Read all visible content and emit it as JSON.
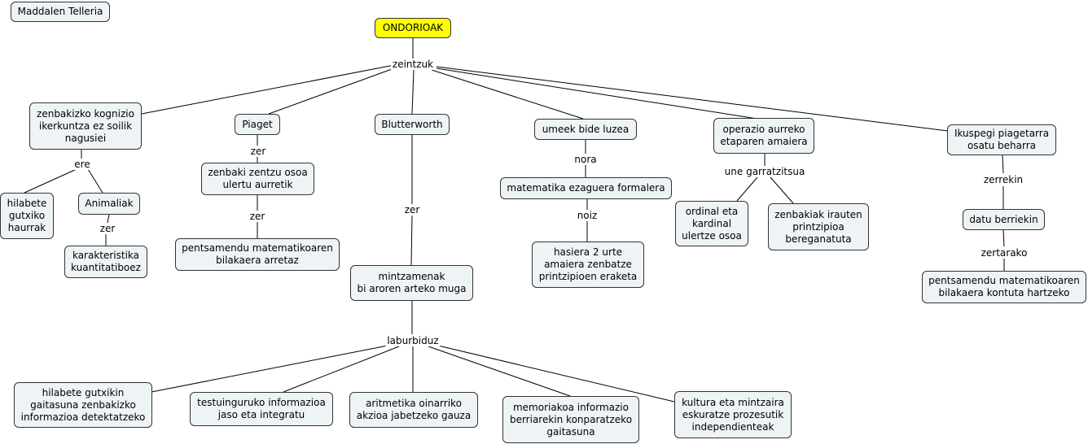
{
  "author": "Maddalen Telleria",
  "colors": {
    "node_fill": "#eef3f6",
    "root_fill": "#ffff00",
    "line": "#000000"
  },
  "concepts": {
    "root": "ONDORIOAK",
    "kognizio": "zenbakizko kognizio\nikerkuntza ez soilik\nnagusiei",
    "hilabete_haurrak": "hilabete\ngutxiko\nhaurrak",
    "animaliak": "Animaliak",
    "karakteristika": "karakteristika\nkuantitatiboez",
    "piaget": "Piaget",
    "zenbaki_zentzu": "zenbaki zentzu osoa\nulertu aurretik",
    "pentsamendu_arretaz": "pentsamendu matematikoaren\nbilakaera arretaz",
    "butterworth": "Blutterworth",
    "mintzamenak": "mintzamenak\nbi aroren arteko muga",
    "umeek": "umeek bide luzea",
    "matematika_ezaguera": "matematika ezaguera formalera",
    "hasiera": "hasiera 2 urte\namaiera zenbatze\nprintzipioen eraketa",
    "operazio": "operazio aurreko\netaparen amaiera",
    "ordinal": "ordinal eta\nkardinal\nulertze osoa",
    "zenbakiak_irauten": "zenbakiak irauten\nprintzipioa\nbereganatuta",
    "ikuspegi": "Ikuspegi piagetarra\nosatu beharra",
    "datu_berriekin": "datu berriekin",
    "pentsamendu_kontuta": "pentsamendu matematikoaren\nbilakaera kontuta hartzeko",
    "hilabete_gutxikin": "hilabete gutxikin\ngaitasuna zenbakizko\ninformazioa detektatzeko",
    "testuinguruko": "testuinguruko informazioa\njaso eta integratu",
    "aritmetika": "aritmetika oinarriko\nakzioa jabetzeko gauza",
    "memoriakoa": "memoriakoa informazio\nberriarekin konparatzeko\ngaitasuna",
    "kultura": "kultura eta mintzaira\neskuratze prozesutik\nindependienteak"
  },
  "link_labels": {
    "zeintzuk": "zeintzuk",
    "ere": "ere",
    "zer_animaliak": "zer",
    "zer_piaget": "zer",
    "zer_zenbaki": "zer",
    "zer_butterworth": "zer",
    "laburbiduz": "laburbiduz",
    "nora": "nora",
    "noiz": "noiz",
    "une_garratzitsua": "une garratzitsua",
    "zerrekin": "zerrekin",
    "zertarako": "zertarako"
  }
}
